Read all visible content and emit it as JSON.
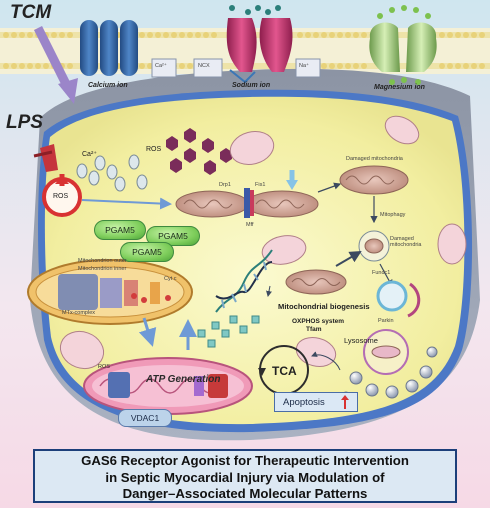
{
  "labels": {
    "tcm": "TCM",
    "lps": "LPS",
    "calcium_ion": "Calcium ion",
    "sodium_ion": "Sodium ion",
    "magnesium_ion": "Magnesium ion",
    "ca_channel": "Ca²⁺",
    "ncx": "NCX",
    "na_channel": "Na⁺",
    "ca2": "Ca²⁺",
    "ros_top": "ROS",
    "ros_red": "ROS",
    "drp1": "Drp1",
    "fis1": "Fis1",
    "mff": "Mff",
    "damaged_mito_1": "Damaged mitochondria",
    "mitophagy": "Mitophagy",
    "damaged_mito_2": "Damaged mitochondria",
    "fundc1": "Fundc1",
    "parkin": "Parkin",
    "pgam5_1": "PGAM5",
    "pgam5_2": "PGAM5",
    "pgam5_3": "PGAM5",
    "mito_bio": "Mitochondrial biogenesis",
    "oxphos": "OXPHOS system",
    "tfam": "Tfam",
    "lysosome": "Lysosome",
    "tca": "TCA",
    "atp": "ATP Generation",
    "ros_mito": "ROS",
    "vdac1": "VDAC1",
    "apoptosis": "Apoptosis",
    "mito_outer": "Mitochondrion outer",
    "mito_inner": "Mitochondrion inner",
    "mtx_complex": "MTx-complex",
    "cyt_c": "Cyt c"
  },
  "title_lines": [
    "GAS6 Receptor Agonist for Therapeutic Intervention",
    "in Septic Myocardial Injury via Modulation of",
    "Danger–Associated Molecular Patterns"
  ],
  "colors": {
    "background_top": "#cfe6ef",
    "background_bottom": "#f6d9e6",
    "membrane": "#5a7fc3",
    "cytoplasm": "#f4f2a6",
    "mitochondria": "#c7988a",
    "ros_hexagon": "#7a2c5a",
    "ros_circle": "#d83232",
    "title_border": "#1c3f7a"
  }
}
